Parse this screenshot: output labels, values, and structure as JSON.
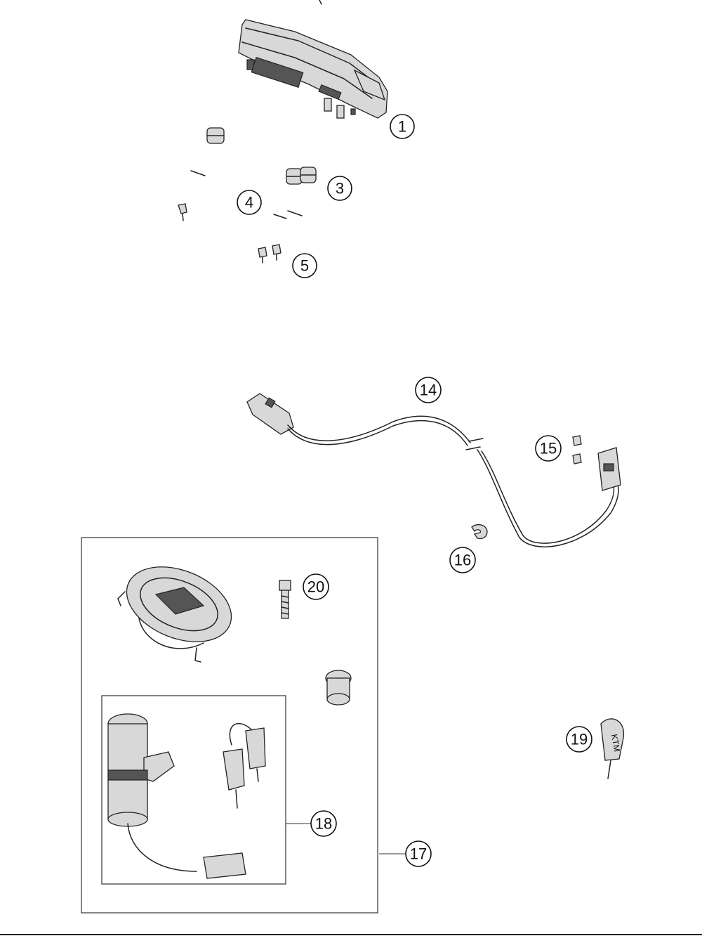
{
  "callouts": [
    {
      "id": "c1",
      "label": "1"
    },
    {
      "id": "c3",
      "label": "3"
    },
    {
      "id": "c4",
      "label": "4"
    },
    {
      "id": "c5",
      "label": "5"
    },
    {
      "id": "c14",
      "label": "14"
    },
    {
      "id": "c15",
      "label": "15"
    },
    {
      "id": "c16",
      "label": "16"
    },
    {
      "id": "c17",
      "label": "17"
    },
    {
      "id": "c18",
      "label": "18"
    },
    {
      "id": "c19",
      "label": "19"
    },
    {
      "id": "c20",
      "label": "20"
    }
  ],
  "key_logo_text": "KTM",
  "colors": {
    "line": "#222222",
    "background": "#ffffff",
    "shade": "#d8d8d8"
  }
}
